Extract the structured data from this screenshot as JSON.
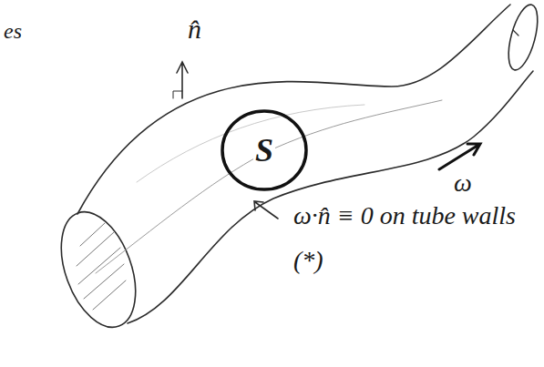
{
  "diagram": {
    "nodes": [
      {
        "text": [
          "S"
        ]
      }
    ],
    "labels": [
      "es",
      "n̂",
      "ω",
      "ω·n̂ ≡ 0 on tube walls (*)"
    ]
  }
}
